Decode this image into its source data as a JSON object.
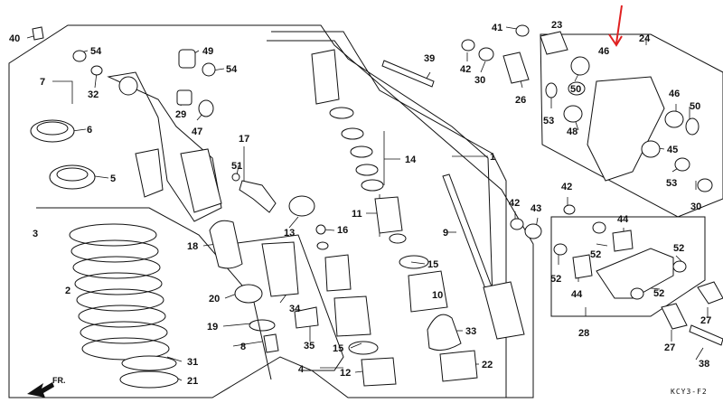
{
  "diagram": {
    "code": "KCY3-F2",
    "direction_label": "FR.",
    "labels": [
      "40",
      "54",
      "7",
      "32",
      "6",
      "5",
      "3",
      "2",
      "49",
      "54",
      "29",
      "47",
      "17",
      "51",
      "18",
      "20",
      "19",
      "8",
      "31",
      "21",
      "13",
      "34",
      "35",
      "4",
      "16",
      "14",
      "11",
      "15",
      "10",
      "9",
      "1",
      "33",
      "22",
      "12",
      "15",
      "39",
      "41",
      "23",
      "42",
      "30",
      "26",
      "24",
      "46",
      "53",
      "50",
      "48",
      "46",
      "50",
      "45",
      "53",
      "30",
      "42",
      "43",
      "42",
      "44",
      "52",
      "52",
      "52",
      "44",
      "52",
      "28",
      "27",
      "38",
      "27"
    ]
  },
  "colors": {
    "line": "#111111",
    "arrow": "#e02020",
    "fill": "#ffffff",
    "shade": "#d8d8d8"
  }
}
